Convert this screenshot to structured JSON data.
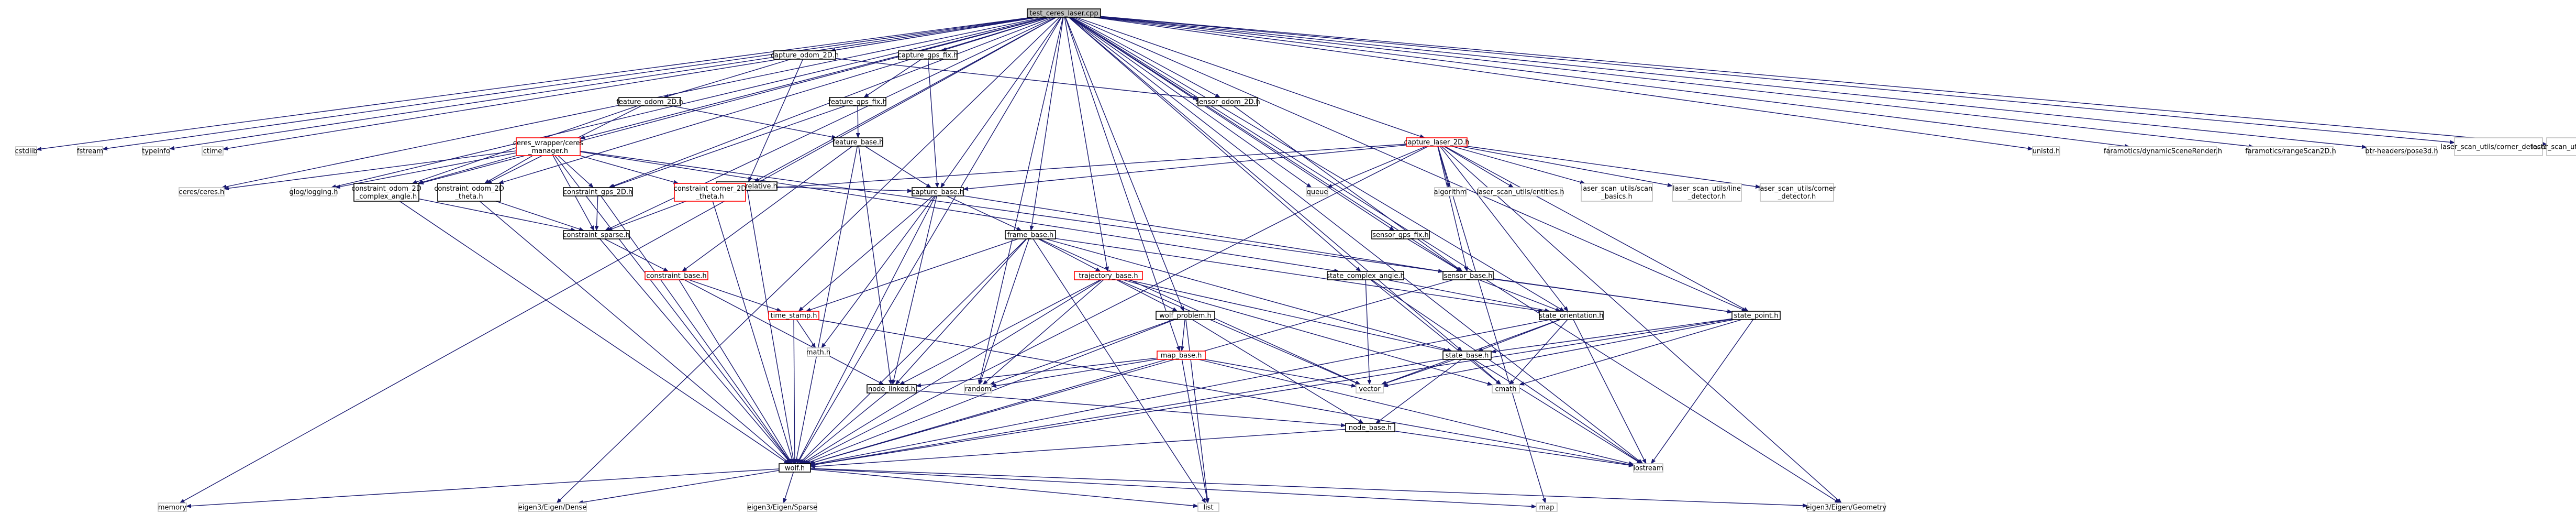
{
  "colors": {
    "root_fill": "#bfbfbf",
    "node_fill": "#ffffff",
    "node_border": "#000000",
    "red_border": "#ff0000",
    "system_border": "#bfbfbf",
    "edge": "#191970"
  },
  "nodes": [
    {
      "id": "root",
      "lines": [
        "test_ceres_laser.cpp"
      ],
      "kind": "root"
    },
    {
      "id": "cstdlib",
      "lines": [
        "cstdlib"
      ],
      "kind": "system"
    },
    {
      "id": "fstream",
      "lines": [
        "fstream"
      ],
      "kind": "system"
    },
    {
      "id": "typeinfo",
      "lines": [
        "typeinfo"
      ],
      "kind": "system"
    },
    {
      "id": "ctime",
      "lines": [
        "ctime"
      ],
      "kind": "system"
    },
    {
      "id": "cap_odom2d",
      "lines": [
        "capture_odom_2D.h"
      ],
      "kind": "normal"
    },
    {
      "id": "cap_gps_fix",
      "lines": [
        "capture_gps_fix.h"
      ],
      "kind": "normal"
    },
    {
      "id": "unistd",
      "lines": [
        "unistd.h"
      ],
      "kind": "system"
    },
    {
      "id": "scene",
      "lines": [
        "faramotics/dynamicSceneRender.h"
      ],
      "kind": "system"
    },
    {
      "id": "rangescan",
      "lines": [
        "faramotics/rangeScan2D.h"
      ],
      "kind": "system"
    },
    {
      "id": "pose3d",
      "lines": [
        "btr-headers/pose3d.h"
      ],
      "kind": "system"
    },
    {
      "id": "corner_det",
      "lines": [
        "laser_scan_utils/corner_detector.h"
      ],
      "kind": "system"
    },
    {
      "id": "lsu_entities_top",
      "lines": [
        "laser_scan_utils/entities.h"
      ],
      "kind": "system"
    },
    {
      "id": "feat_odom2d",
      "lines": [
        "feature_odom_2D.h"
      ],
      "kind": "normal"
    },
    {
      "id": "sensor_odom2d",
      "lines": [
        "sensor_odom_2D.h"
      ],
      "kind": "normal"
    },
    {
      "id": "feat_gps_fix",
      "lines": [
        "feature_gps_fix.h"
      ],
      "kind": "normal"
    },
    {
      "id": "ceres_wrapper",
      "lines": [
        "ceres_wrapper/ceres",
        "_manager.h"
      ],
      "kind": "red"
    },
    {
      "id": "cap_laser2d",
      "lines": [
        "capture_laser_2D.h"
      ],
      "kind": "red"
    },
    {
      "id": "feat_base",
      "lines": [
        "feature_base.h"
      ],
      "kind": "normal"
    },
    {
      "id": "cap_relative",
      "lines": [
        "capture_relative.h"
      ],
      "kind": "normal"
    },
    {
      "id": "ceres",
      "lines": [
        "ceres/ceres.h"
      ],
      "kind": "system"
    },
    {
      "id": "glog",
      "lines": [
        "glog/logging.h"
      ],
      "kind": "system"
    },
    {
      "id": "con_odom_angle",
      "lines": [
        "constraint_odom_2D",
        "_complex_angle.h"
      ],
      "kind": "normal"
    },
    {
      "id": "con_odom_theta",
      "lines": [
        "constraint_odom_2D",
        "_theta.h"
      ],
      "kind": "normal"
    },
    {
      "id": "con_gps2d",
      "lines": [
        "constraint_gps_2D.h"
      ],
      "kind": "normal"
    },
    {
      "id": "con_corner",
      "lines": [
        "constraint_corner_2D",
        "_theta.h"
      ],
      "kind": "red"
    },
    {
      "id": "cap_base",
      "lines": [
        "capture_base.h"
      ],
      "kind": "normal"
    },
    {
      "id": "queue",
      "lines": [
        "queue"
      ],
      "kind": "system"
    },
    {
      "id": "algorithm",
      "lines": [
        "algorithm"
      ],
      "kind": "system"
    },
    {
      "id": "lsu_entities",
      "lines": [
        "laser_scan_utils/entities.h"
      ],
      "kind": "system"
    },
    {
      "id": "lsu_basics",
      "lines": [
        "laser_scan_utils/scan",
        "_basics.h"
      ],
      "kind": "system"
    },
    {
      "id": "lsu_line",
      "lines": [
        "laser_scan_utils/line",
        "_detector.h"
      ],
      "kind": "system"
    },
    {
      "id": "lsu_corner",
      "lines": [
        "laser_scan_utils/corner",
        "_detector.h"
      ],
      "kind": "system"
    },
    {
      "id": "sensor_gps_fix",
      "lines": [
        "sensor_gps_fix.h"
      ],
      "kind": "normal"
    },
    {
      "id": "con_sparse",
      "lines": [
        "constraint_sparse.h"
      ],
      "kind": "normal"
    },
    {
      "id": "frame_base",
      "lines": [
        "frame_base.h"
      ],
      "kind": "normal"
    },
    {
      "id": "state_complex",
      "lines": [
        "state_complex_angle.h"
      ],
      "kind": "normal"
    },
    {
      "id": "sensor_base",
      "lines": [
        "sensor_base.h"
      ],
      "kind": "normal"
    },
    {
      "id": "con_base",
      "lines": [
        "constraint_base.h"
      ],
      "kind": "red"
    },
    {
      "id": "traj_base",
      "lines": [
        "trajectory_base.h"
      ],
      "kind": "red"
    },
    {
      "id": "state_orient",
      "lines": [
        "state_orientation.h"
      ],
      "kind": "normal"
    },
    {
      "id": "state_point",
      "lines": [
        "state_point.h"
      ],
      "kind": "normal"
    },
    {
      "id": "time_stamp",
      "lines": [
        "time_stamp.h"
      ],
      "kind": "red"
    },
    {
      "id": "wolf_problem",
      "lines": [
        "wolf_problem.h"
      ],
      "kind": "normal"
    },
    {
      "id": "math",
      "lines": [
        "math.h"
      ],
      "kind": "system"
    },
    {
      "id": "map_base",
      "lines": [
        "map_base.h"
      ],
      "kind": "red"
    },
    {
      "id": "state_base",
      "lines": [
        "state_base.h"
      ],
      "kind": "normal"
    },
    {
      "id": "node_linked",
      "lines": [
        "node_linked.h"
      ],
      "kind": "normal"
    },
    {
      "id": "random",
      "lines": [
        "random"
      ],
      "kind": "system"
    },
    {
      "id": "vector",
      "lines": [
        "vector"
      ],
      "kind": "system"
    },
    {
      "id": "cmath",
      "lines": [
        "cmath"
      ],
      "kind": "system"
    },
    {
      "id": "node_base",
      "lines": [
        "node_base.h"
      ],
      "kind": "normal"
    },
    {
      "id": "iostream",
      "lines": [
        "iostream"
      ],
      "kind": "system"
    },
    {
      "id": "wolf",
      "lines": [
        "wolf.h"
      ],
      "kind": "normal"
    },
    {
      "id": "memory",
      "lines": [
        "memory"
      ],
      "kind": "system"
    },
    {
      "id": "eigen_dense",
      "lines": [
        "eigen3/Eigen/Dense"
      ],
      "kind": "system"
    },
    {
      "id": "eigen_sparse",
      "lines": [
        "eigen3/Eigen/Sparse"
      ],
      "kind": "system"
    },
    {
      "id": "list",
      "lines": [
        "list"
      ],
      "kind": "system"
    },
    {
      "id": "map",
      "lines": [
        "map"
      ],
      "kind": "system"
    },
    {
      "id": "eigen_geom",
      "lines": [
        "eigen3/Eigen/Geometry"
      ],
      "kind": "system"
    }
  ],
  "edges": [
    [
      "root",
      "cstdlib"
    ],
    [
      "root",
      "fstream"
    ],
    [
      "root",
      "typeinfo"
    ],
    [
      "root",
      "ctime"
    ],
    [
      "root",
      "cap_odom2d"
    ],
    [
      "root",
      "cap_gps_fix"
    ],
    [
      "root",
      "unistd"
    ],
    [
      "root",
      "scene"
    ],
    [
      "root",
      "rangescan"
    ],
    [
      "root",
      "pose3d"
    ],
    [
      "root",
      "corner_det"
    ],
    [
      "root",
      "lsu_entities_top"
    ],
    [
      "root",
      "sensor_odom2d"
    ],
    [
      "root",
      "ceres_wrapper"
    ],
    [
      "root",
      "cap_laser2d"
    ],
    [
      "root",
      "cap_relative"
    ],
    [
      "root",
      "ceres"
    ],
    [
      "root",
      "glog"
    ],
    [
      "root",
      "con_odom_angle"
    ],
    [
      "root",
      "con_odom_theta"
    ],
    [
      "root",
      "con_gps2d"
    ],
    [
      "root",
      "cap_base"
    ],
    [
      "root",
      "queue"
    ],
    [
      "root",
      "sensor_gps_fix"
    ],
    [
      "root",
      "con_sparse"
    ],
    [
      "root",
      "frame_base"
    ],
    [
      "root",
      "state_complex"
    ],
    [
      "root",
      "sensor_base"
    ],
    [
      "root",
      "traj_base"
    ],
    [
      "root",
      "state_orient"
    ],
    [
      "root",
      "state_point"
    ],
    [
      "root",
      "wolf_problem"
    ],
    [
      "root",
      "map_base"
    ],
    [
      "root",
      "state_base"
    ],
    [
      "root",
      "random"
    ],
    [
      "root",
      "iostream"
    ],
    [
      "root",
      "wolf"
    ],
    [
      "root",
      "memory"
    ],
    [
      "root",
      "eigen_dense"
    ],
    [
      "root",
      "eigen_geom"
    ],
    [
      "cap_odom2d",
      "feat_odom2d"
    ],
    [
      "cap_odom2d",
      "sensor_odom2d"
    ],
    [
      "cap_odom2d",
      "cap_relative"
    ],
    [
      "cap_gps_fix",
      "feat_gps_fix"
    ],
    [
      "cap_gps_fix",
      "cap_base"
    ],
    [
      "feat_odom2d",
      "con_odom_angle"
    ],
    [
      "feat_odom2d",
      "con_odom_theta"
    ],
    [
      "feat_odom2d",
      "feat_base"
    ],
    [
      "feat_gps_fix",
      "con_gps2d"
    ],
    [
      "feat_gps_fix",
      "feat_base"
    ],
    [
      "sensor_odom2d",
      "sensor_base"
    ],
    [
      "ceres_wrapper",
      "ceres"
    ],
    [
      "ceres_wrapper",
      "glog"
    ],
    [
      "ceres_wrapper",
      "con_sparse"
    ],
    [
      "ceres_wrapper",
      "con_corner"
    ],
    [
      "ceres_wrapper",
      "wolf"
    ],
    [
      "ceres_wrapper",
      "state_point"
    ],
    [
      "ceres_wrapper",
      "state_complex"
    ],
    [
      "ceres_wrapper",
      "con_gps2d"
    ],
    [
      "ceres_wrapper",
      "con_odom_angle"
    ],
    [
      "ceres_wrapper",
      "con_odom_theta"
    ],
    [
      "cap_laser2d",
      "cap_base"
    ],
    [
      "cap_laser2d",
      "sensor_base"
    ],
    [
      "cap_laser2d",
      "queue"
    ],
    [
      "cap_laser2d",
      "algorithm"
    ],
    [
      "cap_laser2d",
      "lsu_entities"
    ],
    [
      "cap_laser2d",
      "lsu_basics"
    ],
    [
      "cap_laser2d",
      "lsu_line"
    ],
    [
      "cap_laser2d",
      "lsu_corner"
    ],
    [
      "cap_laser2d",
      "con_corner"
    ],
    [
      "cap_laser2d",
      "state_point"
    ],
    [
      "cap_laser2d",
      "state_orient"
    ],
    [
      "cap_laser2d",
      "eigen_geom"
    ],
    [
      "cap_laser2d",
      "map"
    ],
    [
      "cap_laser2d",
      "wolf"
    ],
    [
      "feat_base",
      "cap_base"
    ],
    [
      "feat_base",
      "con_base"
    ],
    [
      "feat_base",
      "node_linked"
    ],
    [
      "feat_base",
      "wolf"
    ],
    [
      "cap_relative",
      "cap_base"
    ],
    [
      "cap_relative",
      "wolf"
    ],
    [
      "con_odom_angle",
      "con_sparse"
    ],
    [
      "con_odom_angle",
      "wolf"
    ],
    [
      "con_odom_theta",
      "con_sparse"
    ],
    [
      "con_odom_theta",
      "wolf"
    ],
    [
      "con_gps2d",
      "con_sparse"
    ],
    [
      "con_gps2d",
      "wolf"
    ],
    [
      "con_corner",
      "con_sparse"
    ],
    [
      "con_corner",
      "wolf"
    ],
    [
      "cap_base",
      "frame_base"
    ],
    [
      "cap_base",
      "sensor_base"
    ],
    [
      "cap_base",
      "time_stamp"
    ],
    [
      "cap_base",
      "node_linked"
    ],
    [
      "cap_base",
      "math"
    ],
    [
      "cap_base",
      "wolf"
    ],
    [
      "sensor_gps_fix",
      "sensor_base"
    ],
    [
      "con_sparse",
      "con_base"
    ],
    [
      "con_sparse",
      "wolf"
    ],
    [
      "frame_base",
      "traj_base"
    ],
    [
      "frame_base",
      "time_stamp"
    ],
    [
      "frame_base",
      "state_base"
    ],
    [
      "frame_base",
      "node_linked"
    ],
    [
      "frame_base",
      "state_orient"
    ],
    [
      "frame_base",
      "random"
    ],
    [
      "frame_base",
      "list"
    ],
    [
      "frame_base",
      "vector"
    ],
    [
      "frame_base",
      "wolf"
    ],
    [
      "state_complex",
      "state_orient"
    ],
    [
      "state_complex",
      "vector"
    ],
    [
      "state_complex",
      "cmath"
    ],
    [
      "state_complex",
      "iostream"
    ],
    [
      "sensor_base",
      "state_point"
    ],
    [
      "sensor_base",
      "state_orient"
    ],
    [
      "sensor_base",
      "wolf"
    ],
    [
      "con_base",
      "time_stamp"
    ],
    [
      "con_base",
      "node_linked"
    ],
    [
      "con_base",
      "wolf"
    ],
    [
      "traj_base",
      "wolf_problem"
    ],
    [
      "traj_base",
      "node_linked"
    ],
    [
      "traj_base",
      "state_base"
    ],
    [
      "traj_base",
      "random"
    ],
    [
      "traj_base",
      "cmath"
    ],
    [
      "traj_base",
      "vector"
    ],
    [
      "traj_base",
      "wolf"
    ],
    [
      "state_orient",
      "state_base"
    ],
    [
      "state_orient",
      "vector"
    ],
    [
      "state_orient",
      "cmath"
    ],
    [
      "state_orient",
      "iostream"
    ],
    [
      "state_orient",
      "wolf"
    ],
    [
      "state_point",
      "state_base"
    ],
    [
      "state_point",
      "vector"
    ],
    [
      "state_point",
      "cmath"
    ],
    [
      "state_point",
      "iostream"
    ],
    [
      "state_point",
      "wolf"
    ],
    [
      "time_stamp",
      "wolf"
    ],
    [
      "time_stamp",
      "math"
    ],
    [
      "time_stamp",
      "iostream"
    ],
    [
      "wolf_problem",
      "map_base"
    ],
    [
      "wolf_problem",
      "node_base"
    ],
    [
      "wolf_problem",
      "wolf"
    ],
    [
      "wolf_problem",
      "list"
    ],
    [
      "wolf_problem",
      "random"
    ],
    [
      "map_base",
      "node_linked"
    ],
    [
      "map_base",
      "wolf"
    ],
    [
      "map_base",
      "list"
    ],
    [
      "map_base",
      "vector"
    ],
    [
      "map_base",
      "random"
    ],
    [
      "map_base",
      "iostream"
    ],
    [
      "state_base",
      "node_base"
    ],
    [
      "state_base",
      "vector"
    ],
    [
      "state_base",
      "cmath"
    ],
    [
      "state_base",
      "iostream"
    ],
    [
      "state_base",
      "wolf"
    ],
    [
      "node_linked",
      "node_base"
    ],
    [
      "node_linked",
      "wolf"
    ],
    [
      "node_base",
      "wolf"
    ],
    [
      "node_base",
      "iostream"
    ],
    [
      "wolf",
      "memory"
    ],
    [
      "wolf",
      "eigen_dense"
    ],
    [
      "wolf",
      "eigen_sparse"
    ],
    [
      "wolf",
      "list"
    ],
    [
      "wolf",
      "map"
    ],
    [
      "wolf",
      "eigen_geom"
    ]
  ]
}
